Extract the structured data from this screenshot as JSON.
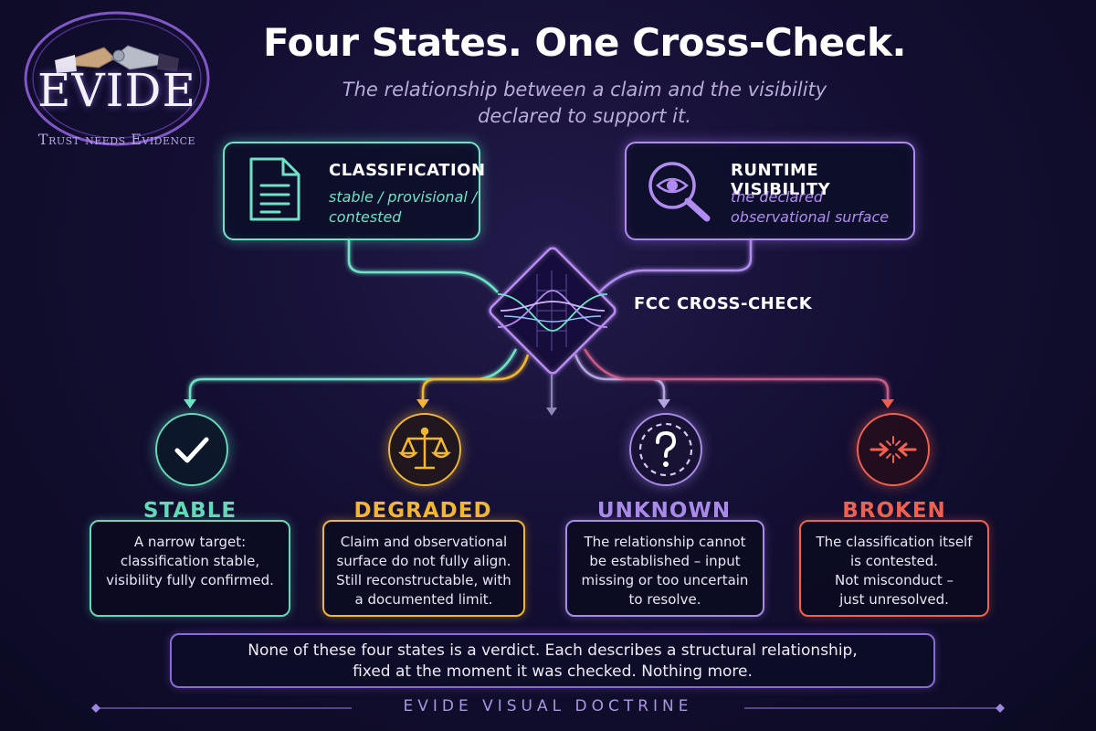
{
  "logo": {
    "word": "EVIDE",
    "tagline": "Trust needs Evidence"
  },
  "header": {
    "title": "Four States. One Cross-Check.",
    "subtitle_line1": "The relationship between a claim and the visibility",
    "subtitle_line2": "declared to support it."
  },
  "inputs": {
    "classification": {
      "title": "CLASSIFICATION",
      "line1": "stable / provisional /",
      "line2": "contested",
      "icon": "document-icon"
    },
    "runtime": {
      "title": "RUNTIME VISIBILITY",
      "line1": "the declared",
      "line2": "observational surface",
      "icon": "magnifier-eye-icon"
    }
  },
  "crosscheck": {
    "label": "FCC CROSS-CHECK"
  },
  "states": [
    {
      "name": "STABLE",
      "color": "#63d9b8",
      "icon": "checkmark-icon",
      "lines": [
        "A narrow target:",
        "classification stable,",
        "visibility fully confirmed."
      ]
    },
    {
      "name": "DEGRADED",
      "color": "#f2b731",
      "icon": "scales-icon",
      "lines": [
        "Claim and observational",
        "surface do not fully align.",
        "Still reconstructable, with",
        "a documented limit."
      ]
    },
    {
      "name": "UNKNOWN",
      "color": "#a88be8",
      "icon": "question-icon",
      "lines": [
        "The relationship cannot",
        "be established – input",
        "missing or too uncertain",
        "to resolve."
      ]
    },
    {
      "name": "BROKEN",
      "color": "#f0614f",
      "icon": "converging-arrows-icon",
      "lines": [
        "The classification itself",
        "is contested.",
        "Not misconduct –",
        "just unresolved."
      ]
    }
  ],
  "footer": {
    "line1": "None of these four states is a verdict. Each describes a structural relationship,",
    "line2": "fixed at the moment it was checked. Nothing more.",
    "doctrine": "EVIDE VISUAL DOCTRINE"
  },
  "colors": {
    "teal": "#6fe2c5",
    "purple": "#b18cf0",
    "amber": "#f2b731",
    "red": "#f0614f",
    "background": "#140f33"
  }
}
